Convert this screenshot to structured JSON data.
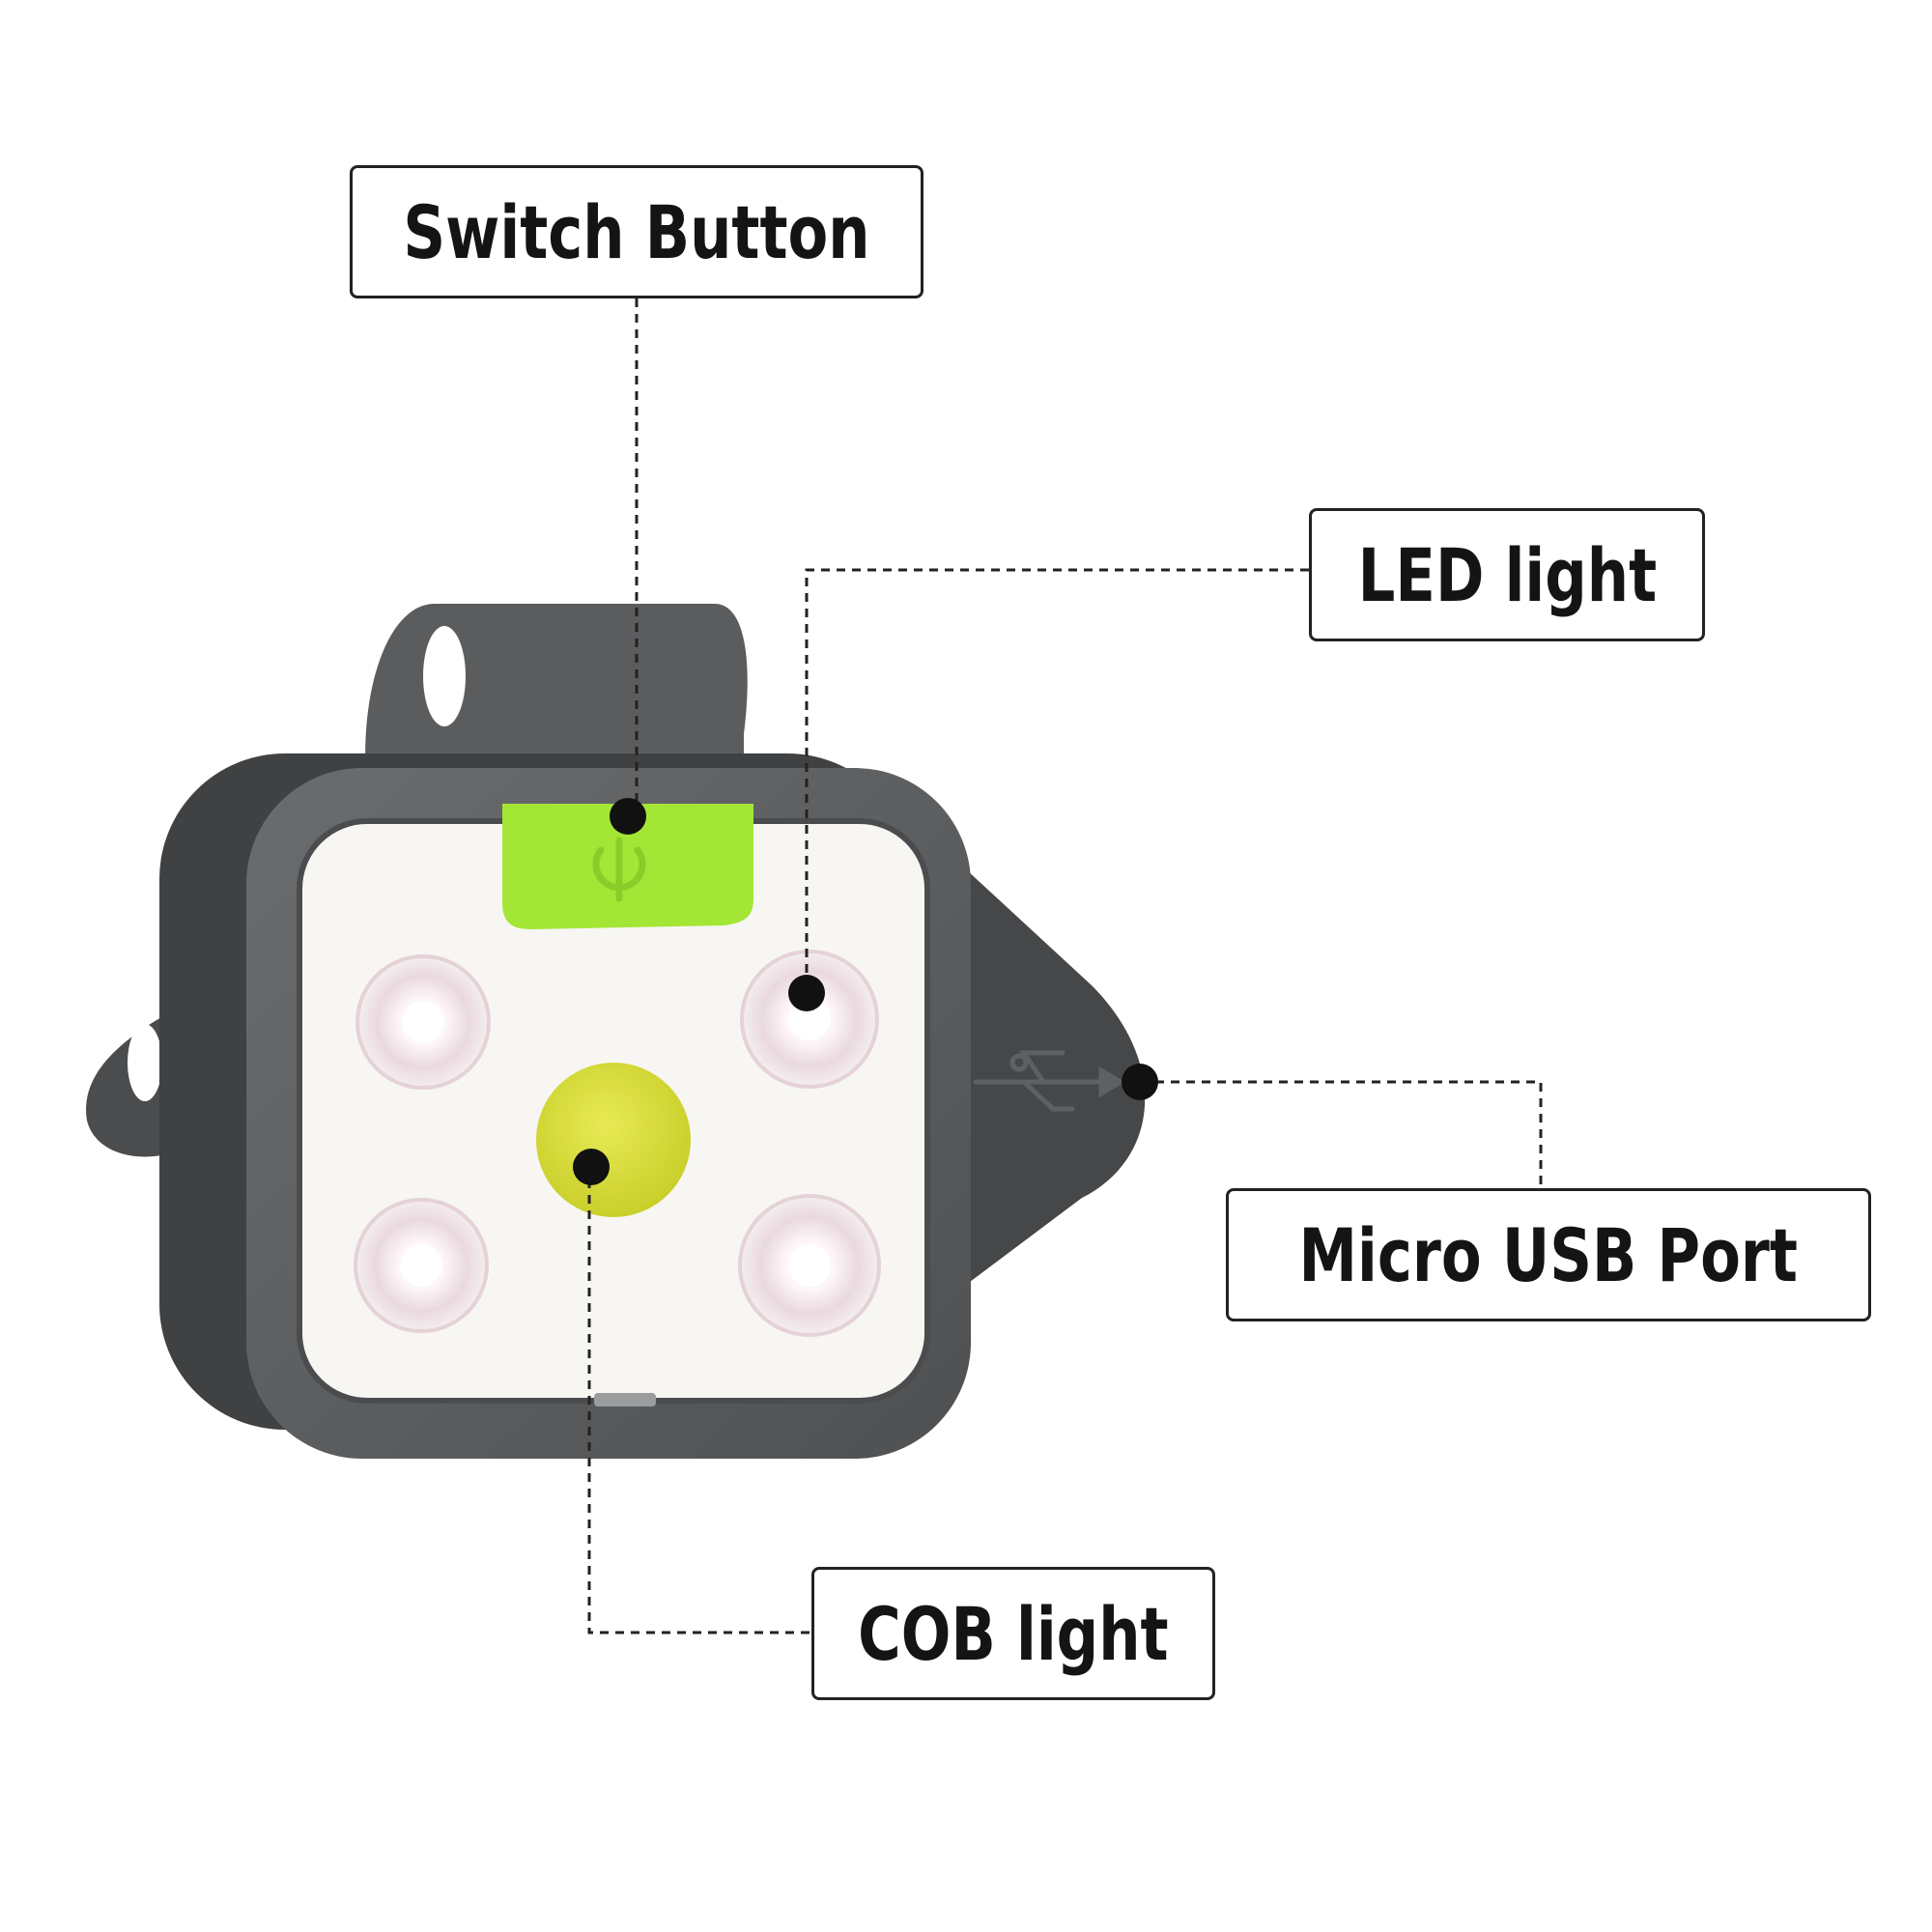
{
  "labels": {
    "switch_button": "Switch Button",
    "led_light": "LED light",
    "micro_usb_port": "Micro USB Port",
    "cob_light": "COB light"
  },
  "colors": {
    "housing": "#5f6163",
    "housing_dark": "#3f4143",
    "face": "#f7f6f3",
    "button": "#a3e635",
    "cob": "#d8dc3a",
    "callout_line": "#222222",
    "callout_dot": "#111111"
  },
  "icons": {
    "power": "power-icon",
    "usb": "usb-icon"
  }
}
